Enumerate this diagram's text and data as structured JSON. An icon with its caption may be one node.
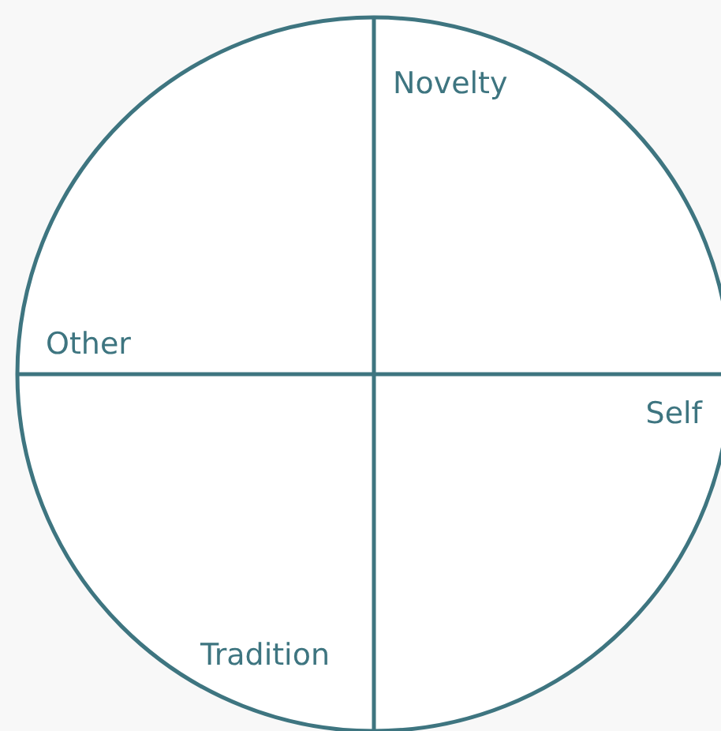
{
  "diagram": {
    "labels": [
      "Novelty",
      "Other",
      "Self",
      "Tradition"
    ]
  }
}
